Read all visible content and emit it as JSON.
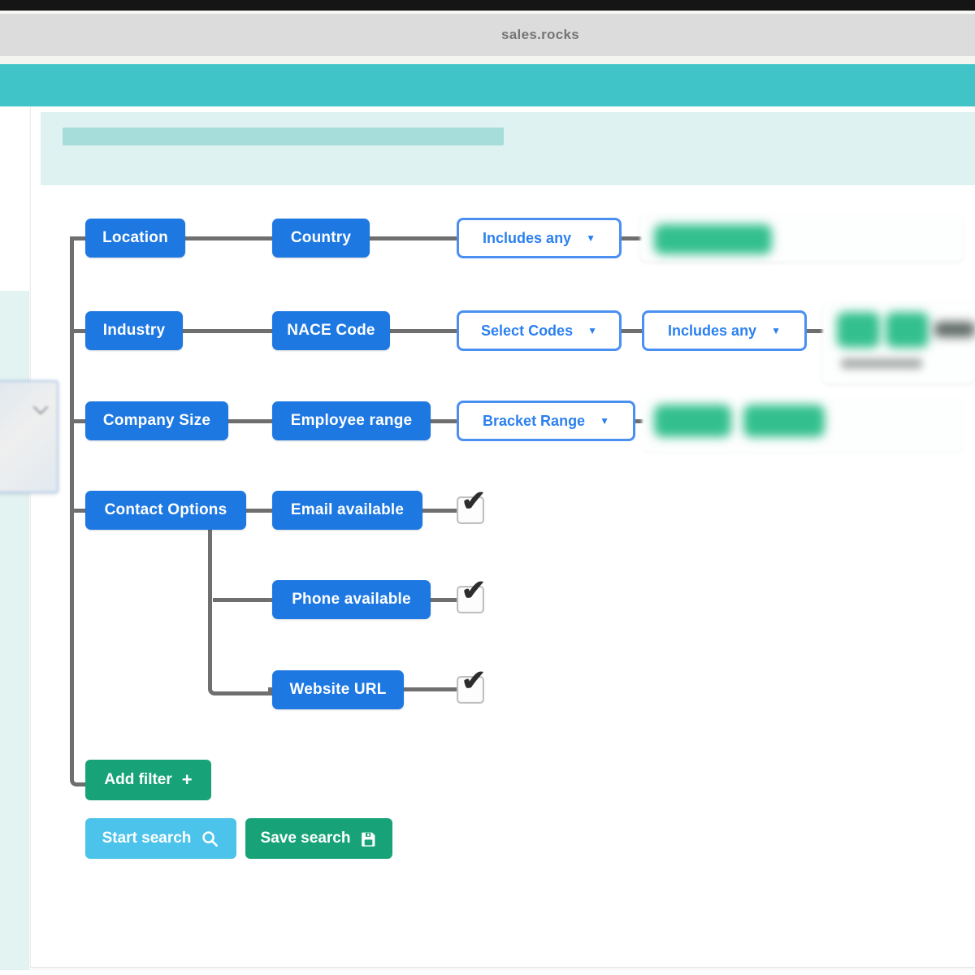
{
  "titlebar": {
    "title": "sales.rocks"
  },
  "tree": {
    "arrow": "▼",
    "check": "✔",
    "row1": {
      "category": "Location",
      "attribute": "Country",
      "operator": "Includes any"
    },
    "row2": {
      "category": "Industry",
      "attribute": "NACE Code",
      "codes_label": "Select Codes",
      "operator": "Includes any"
    },
    "row3": {
      "category": "Company Size",
      "attribute": "Employee range",
      "operator": "Bracket Range"
    },
    "contact": {
      "category": "Contact Options",
      "options": [
        "Email available",
        "Phone available",
        "Website URL"
      ]
    }
  },
  "actions": {
    "add_filter": "Add filter",
    "add_filter_icon": "+",
    "start_search": "Start search",
    "save_search": "Save search"
  },
  "colors": {
    "teal_header": "#41c4c8",
    "node_blue": "#1d78e2",
    "dropdown_blue_border": "#4a90f2",
    "green_action": "#17a377",
    "light_blue_action": "#4cc3ea",
    "chip_green": "#34c08e",
    "connector_gray": "#6f6f6f"
  }
}
